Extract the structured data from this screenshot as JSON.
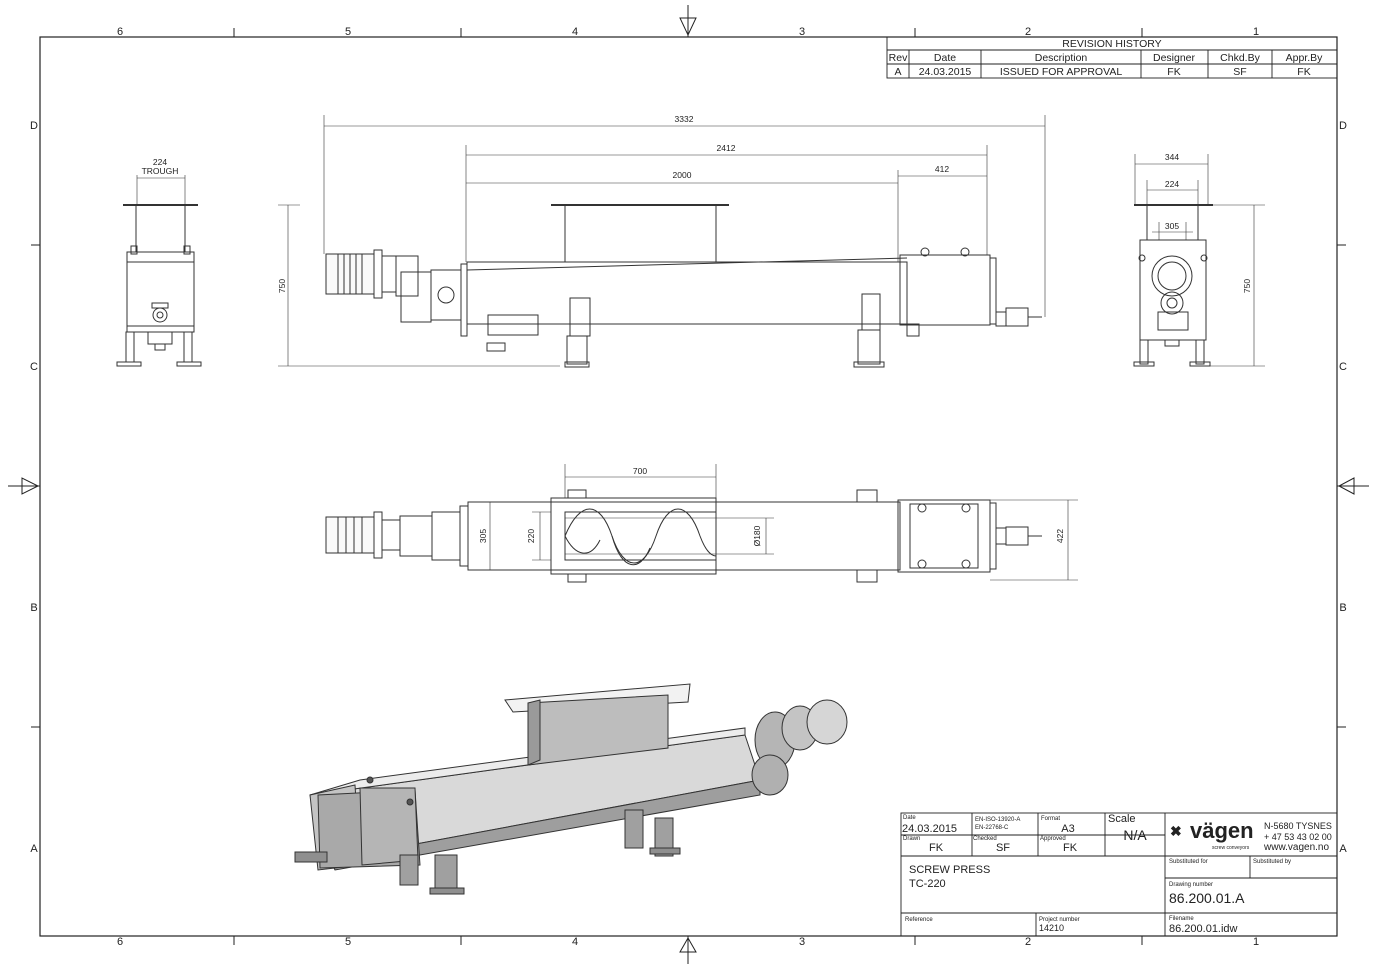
{
  "grid": {
    "columns": [
      "6",
      "5",
      "4",
      "3",
      "2",
      "1"
    ],
    "rows": [
      "D",
      "C",
      "B",
      "A"
    ]
  },
  "revision_history": {
    "title": "REVISION HISTORY",
    "headers": [
      "Rev",
      "Date",
      "Description",
      "Designer",
      "Chkd.By",
      "Appr.By"
    ],
    "rows": [
      [
        "A",
        "24.03.2015",
        "ISSUED FOR APPROVAL",
        "FK",
        "SF",
        "FK"
      ]
    ]
  },
  "dimensions": {
    "end_view_trough": "224",
    "end_view_trough_label": "TROUGH",
    "overall_length": "3332",
    "length_2412": "2412",
    "length_2000": "2000",
    "length_412": "412",
    "height_side": "750",
    "right_344": "344",
    "right_224": "224",
    "right_305": "305",
    "height_right": "750",
    "inlet_700": "700",
    "width_305": "305",
    "width_220": "220",
    "dia_180": "Ø180",
    "width_422": "422"
  },
  "title_block": {
    "date_label": "Date",
    "date": "24.03.2015",
    "std1": "EN-ISO-13920-A",
    "std2": "EN-22768-C",
    "format_label": "Format",
    "format": "A3",
    "scale_label": "Scale",
    "scale": "N/A",
    "drawn_label": "Drawn",
    "drawn": "FK",
    "checked_label": "Checked",
    "checked": "SF",
    "approved_label": "Approved",
    "approved": "FK",
    "company": "vägen",
    "company_sub": "screw conveyors",
    "address": "N-5680 TYSNES",
    "phone": "+ 47 53 43 02 00",
    "web": "www.vagen.no",
    "substituted_for_label": "Substituted for",
    "substituted_by_label": "Substituted by",
    "title_line1": "SCREW PRESS",
    "title_line2": "TC-220",
    "drawing_number_label": "Drawing number",
    "drawing_number": "86.200.01.A",
    "reference_label": "Reference",
    "project_label": "Project number",
    "project_number": "14210",
    "filename_label": "Filename",
    "filename": "86.200.01.idw"
  }
}
